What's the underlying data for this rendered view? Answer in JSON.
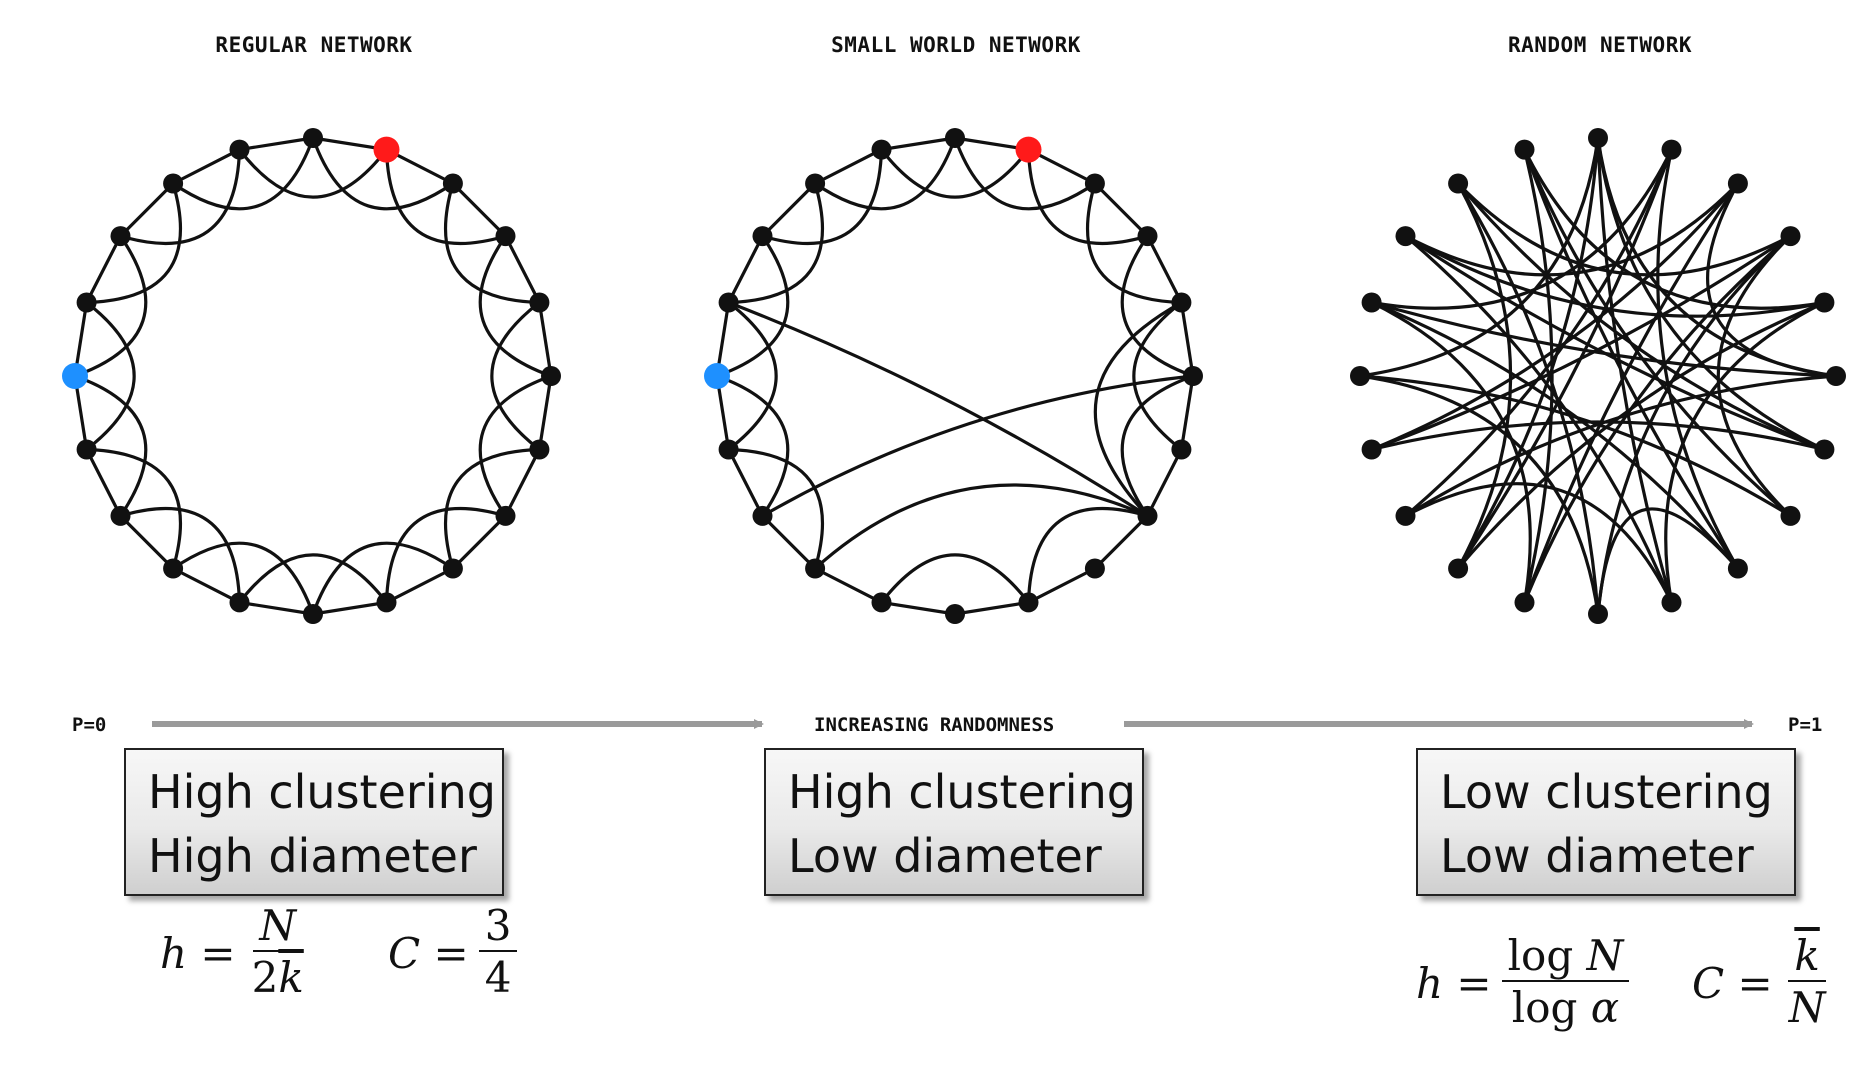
{
  "titles": {
    "regular": "REGULAR NETWORK",
    "small_world": "SMALL WORLD NETWORK",
    "random": "RANDOM NETWORK"
  },
  "axis": {
    "left_label": "P=0",
    "middle_label": "INCREASING RANDOMNESS",
    "right_label": "P=1"
  },
  "boxes": {
    "regular": {
      "line1": "High clustering",
      "line2": "High diameter"
    },
    "small_world": {
      "line1": "High clustering",
      "line2": "Low diameter"
    },
    "random": {
      "line1": "Low clustering",
      "line2": "Low diameter"
    }
  },
  "formulas": {
    "regular_h": {
      "lhs": "h =",
      "num": "N",
      "den_coef": "2",
      "den_var": "k"
    },
    "regular_c": {
      "lhs": "C =",
      "num": "3",
      "den": "4"
    },
    "random_h": {
      "lhs": "h =",
      "num_fn": "log",
      "num_var": "N",
      "den_fn": "log",
      "den_var": "α"
    },
    "random_c": {
      "lhs": "C =",
      "num": "k",
      "den": "N"
    }
  },
  "colors": {
    "node": "#111111",
    "edge": "#111111",
    "highlight_start": "#1e90ff",
    "highlight_end": "#ff1a1a",
    "arrow": "#9a9a9a"
  },
  "networks": {
    "node_count": 20,
    "regular": {
      "highlight_start_node": 15,
      "highlight_end_node": 1
    },
    "small_world": {
      "highlight_start_node": 15,
      "highlight_end_node": 1,
      "long_range_edges": [
        [
          13,
          5
        ],
        [
          12,
          7
        ],
        [
          16,
          7
        ],
        [
          4,
          7
        ]
      ]
    },
    "random": {
      "edges": [
        [
          0,
          15
        ],
        [
          0,
          9
        ],
        [
          0,
          6
        ],
        [
          0,
          12
        ],
        [
          1,
          13
        ],
        [
          1,
          16
        ],
        [
          1,
          8
        ],
        [
          2,
          14
        ],
        [
          2,
          17
        ],
        [
          2,
          11
        ],
        [
          3,
          11
        ],
        [
          3,
          18
        ],
        [
          3,
          7
        ],
        [
          4,
          12
        ],
        [
          4,
          19
        ],
        [
          4,
          9
        ],
        [
          5,
          13
        ],
        [
          5,
          0
        ],
        [
          5,
          16
        ],
        [
          6,
          14
        ],
        [
          6,
          17
        ],
        [
          7,
          15
        ],
        [
          7,
          19
        ],
        [
          8,
          16
        ],
        [
          8,
          10
        ],
        [
          9,
          17
        ],
        [
          10,
          18
        ],
        [
          10,
          3
        ],
        [
          11,
          19
        ],
        [
          12,
          1
        ],
        [
          13,
          9
        ],
        [
          14,
          3
        ],
        [
          15,
          10
        ],
        [
          16,
          11
        ],
        [
          17,
          4
        ],
        [
          18,
          6
        ],
        [
          19,
          8
        ],
        [
          2,
          5
        ],
        [
          12,
          18
        ]
      ]
    }
  }
}
